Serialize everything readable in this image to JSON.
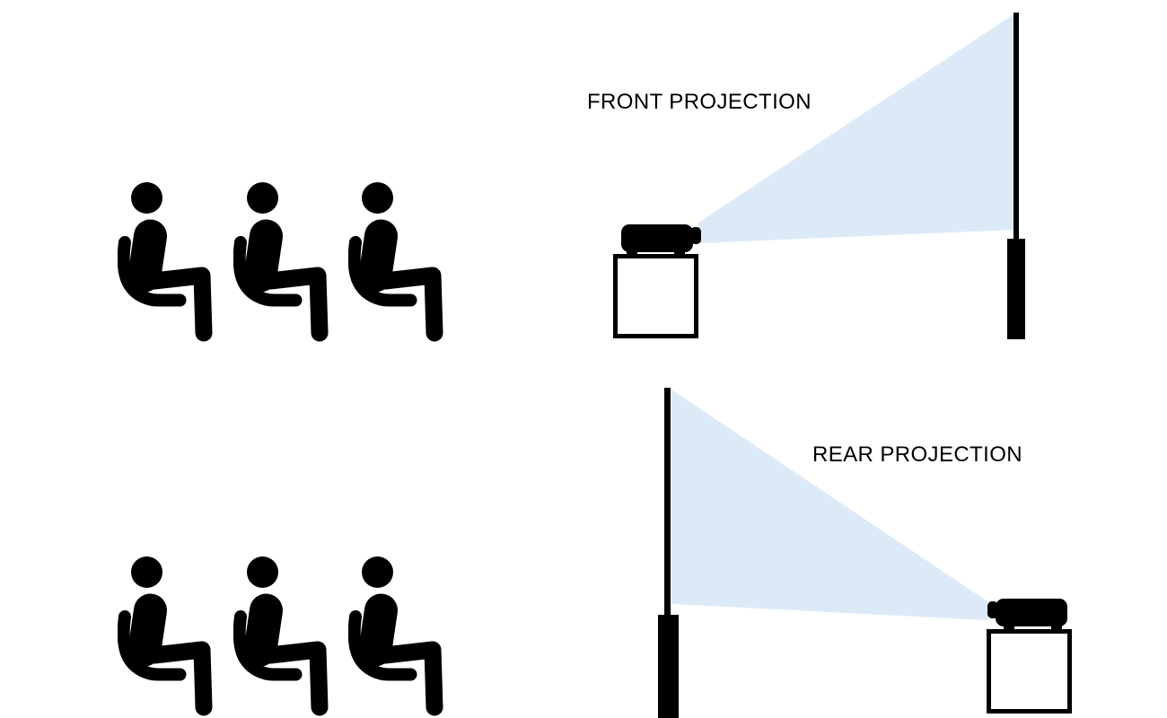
{
  "front_diagram": {
    "label": "FRONT PROJECTION",
    "components": {
      "projector": "projector-icon",
      "beam": "light-beam",
      "screen": "projection-screen",
      "stand": "screen-stand",
      "table": "projector-table"
    }
  },
  "rear_diagram": {
    "label": "REAR PROJECTION",
    "components": {
      "projector": "projector-icon",
      "beam": "light-beam",
      "screen": "projection-screen",
      "stand": "screen-stand",
      "table": "projector-table"
    }
  },
  "audience": {
    "rows": 2,
    "seats_per_row": 3,
    "icon": "seated-person-icon"
  },
  "colors": {
    "beam": "#dceaf8",
    "ink": "#000000",
    "background": "#ffffff"
  }
}
